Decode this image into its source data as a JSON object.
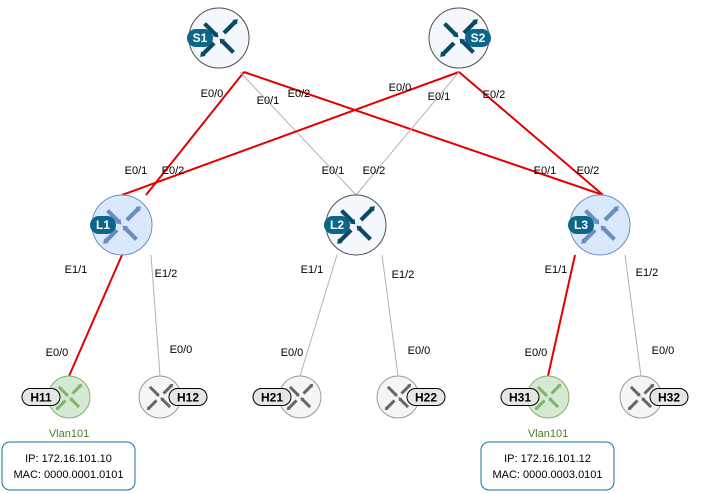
{
  "colors": {
    "active_link": "#e30000",
    "passive_link": "#b3b3b3",
    "spine_fill": "#f4f8fc",
    "spine_arrow": "#0b4a66",
    "leaf_fill": "#dae8fc",
    "leaf_arrow": "#6c8ebf",
    "badge": "#0b6689",
    "host_active_fill": "#d5e8d4",
    "host_active_arrow": "#82b366",
    "host_idle_fill": "#f5f5f5",
    "host_idle_arrow": "#666666",
    "info_border": "#10739e"
  },
  "devices": {
    "s1": {
      "label": "S1",
      "icon": "router-icon"
    },
    "s2": {
      "label": "S2",
      "icon": "router-icon"
    },
    "l1": {
      "label": "L1",
      "icon": "router-icon"
    },
    "l2": {
      "label": "L2",
      "icon": "router-icon"
    },
    "l3": {
      "label": "L3",
      "icon": "router-icon"
    },
    "h11": {
      "label": "H11",
      "icon": "router-icon"
    },
    "h12": {
      "label": "H12",
      "icon": "router-icon"
    },
    "h21": {
      "label": "H21",
      "icon": "router-icon"
    },
    "h22": {
      "label": "H22",
      "icon": "router-icon"
    },
    "h31": {
      "label": "H31",
      "icon": "router-icon"
    },
    "h32": {
      "label": "H32",
      "icon": "router-icon"
    }
  },
  "links": [
    {
      "from": "s1",
      "from_port": "E0/0",
      "to": "l1",
      "to_port": "E0/1",
      "active": true
    },
    {
      "from": "s1",
      "from_port": "E0/1",
      "to": "l2",
      "to_port": "E0/1",
      "active": false
    },
    {
      "from": "s1",
      "from_port": "E0/2",
      "to": "l3",
      "to_port": "E0/1",
      "active": true
    },
    {
      "from": "s2",
      "from_port": "E0/0",
      "to": "l1",
      "to_port": "E0/2",
      "active": true
    },
    {
      "from": "s2",
      "from_port": "E0/1",
      "to": "l2",
      "to_port": "E0/2",
      "active": false
    },
    {
      "from": "s2",
      "from_port": "E0/2",
      "to": "l3",
      "to_port": "E0/2",
      "active": true
    },
    {
      "from": "l1",
      "from_port": "E1/1",
      "to": "h11",
      "to_port": "E0/0",
      "active": true
    },
    {
      "from": "l1",
      "from_port": "E1/2",
      "to": "h12",
      "to_port": "E0/0",
      "active": false
    },
    {
      "from": "l2",
      "from_port": "E1/1",
      "to": "h21",
      "to_port": "E0/0",
      "active": false
    },
    {
      "from": "l2",
      "from_port": "E1/2",
      "to": "h22",
      "to_port": "E0/0",
      "active": false
    },
    {
      "from": "l3",
      "from_port": "E1/1",
      "to": "h31",
      "to_port": "E0/0",
      "active": true
    },
    {
      "from": "l3",
      "from_port": "E1/2",
      "to": "h32",
      "to_port": "E0/0",
      "active": false
    }
  ],
  "vlans": {
    "h11": "Vlan101",
    "h31": "Vlan101"
  },
  "host_info": {
    "h11": {
      "ip": "IP: 172.16.101.10",
      "mac": "MAC: 0000.0001.0101"
    },
    "h31": {
      "ip": "IP: 172.16.101.12",
      "mac": "MAC: 0000.0003.0101"
    }
  }
}
